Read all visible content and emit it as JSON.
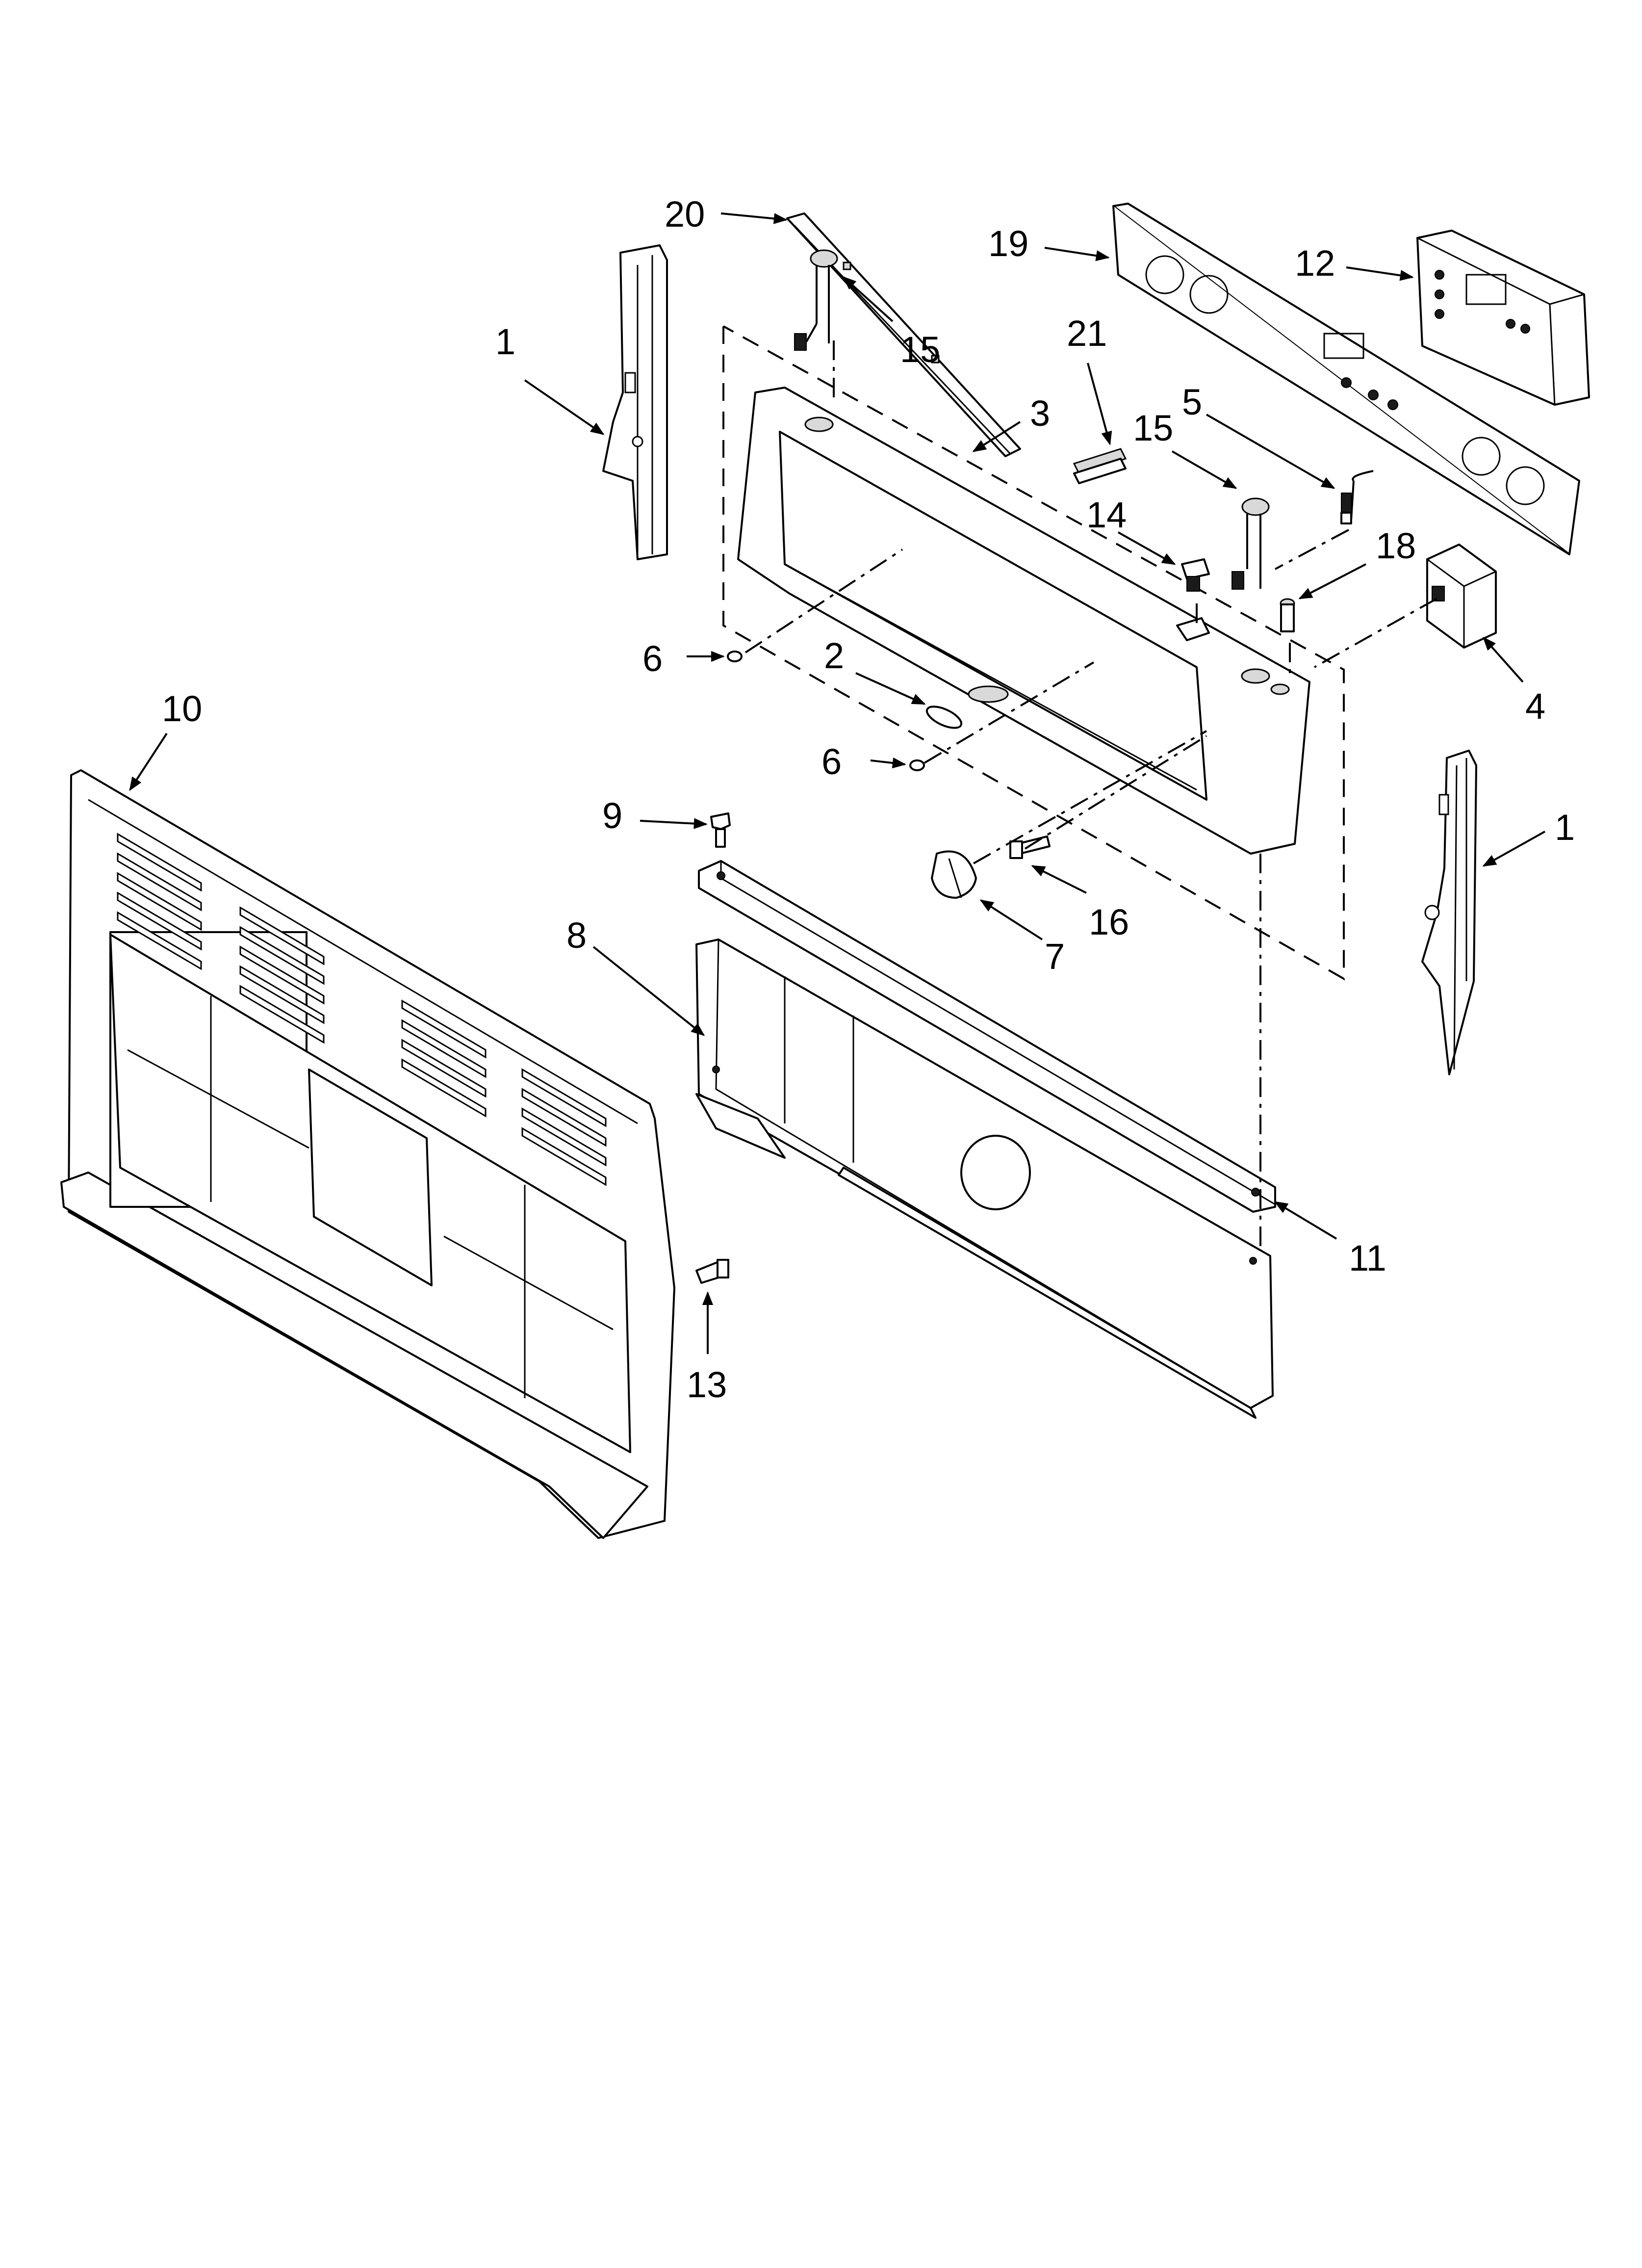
{
  "diagram": {
    "callouts": [
      {
        "id": "c20",
        "text": "20"
      },
      {
        "id": "c19",
        "text": "19"
      },
      {
        "id": "c12",
        "text": "12"
      },
      {
        "id": "c15a",
        "text": "15"
      },
      {
        "id": "c21",
        "text": "21"
      },
      {
        "id": "c1a",
        "text": "1"
      },
      {
        "id": "c3",
        "text": "3"
      },
      {
        "id": "c5",
        "text": "5"
      },
      {
        "id": "c15b",
        "text": "15"
      },
      {
        "id": "c14",
        "text": "14"
      },
      {
        "id": "c18",
        "text": "18"
      },
      {
        "id": "c6a",
        "text": "6"
      },
      {
        "id": "c2",
        "text": "2"
      },
      {
        "id": "c4",
        "text": "4"
      },
      {
        "id": "c10",
        "text": "10"
      },
      {
        "id": "c6b",
        "text": "6"
      },
      {
        "id": "c9",
        "text": "9"
      },
      {
        "id": "c1b",
        "text": "1"
      },
      {
        "id": "c16",
        "text": "16"
      },
      {
        "id": "c8",
        "text": "8"
      },
      {
        "id": "c7",
        "text": "7"
      },
      {
        "id": "c11",
        "text": "11"
      },
      {
        "id": "c13",
        "text": "13"
      }
    ]
  }
}
